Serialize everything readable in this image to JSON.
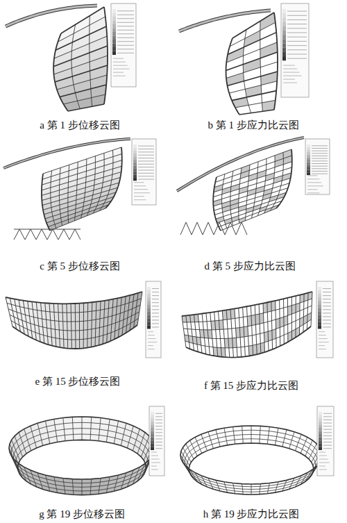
{
  "diagram": {
    "labels": [
      "a 第 1 步位移云图",
      "b 第 1 步应力比云图",
      "c 第 5 步位移云图",
      "d 第 5 步应力比云图",
      "e 第 15 步位移云图",
      "f 第 15 步应力比云图",
      "g 第 19 步位移云图",
      "h 第 19 步应力比云图"
    ]
  }
}
